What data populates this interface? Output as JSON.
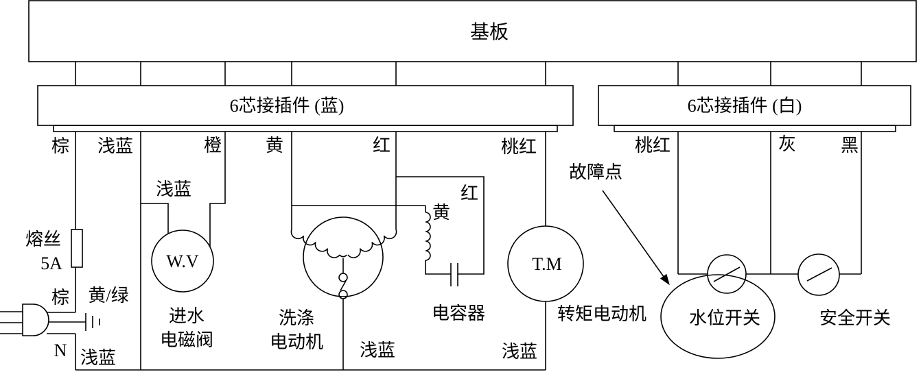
{
  "board": {
    "title": "基板"
  },
  "connectors": {
    "blue": "6芯接插件 (蓝)",
    "white": "6芯接插件 (白)"
  },
  "wire_labels": {
    "brown_top": "棕",
    "light_blue_top": "浅蓝",
    "orange": "橙",
    "yellow_top": "黄",
    "red_top": "红",
    "pink_left": "桃红",
    "pink_right": "桃红",
    "gray": "灰",
    "black": "黑",
    "light_blue_valve": "浅蓝",
    "red_capacitor": "红",
    "yellow_coil": "黄",
    "brown_plug": "棕",
    "yellow_green": "黄/绿",
    "neutral": "N",
    "light_blue_plug": "浅蓝",
    "light_blue_washer": "浅蓝",
    "light_blue_torque": "浅蓝"
  },
  "components": {
    "fuse": {
      "label": "熔丝",
      "rating": "5A"
    },
    "valve": {
      "symbol": "W.V",
      "name_line1": "进水",
      "name_line2": "电磁阀"
    },
    "wash_motor": {
      "name_line1": "洗涤",
      "name_line2": "电动机"
    },
    "capacitor": {
      "name": "电容器"
    },
    "torque_motor": {
      "symbol": "T.M",
      "name": "转矩电动机"
    },
    "water_level_switch": {
      "name": "水位开关"
    },
    "safety_switch": {
      "name": "安全开关"
    }
  },
  "annotation": {
    "fault_point": "故障点"
  },
  "colors": {
    "line": "#000000",
    "background": "#ffffff"
  }
}
